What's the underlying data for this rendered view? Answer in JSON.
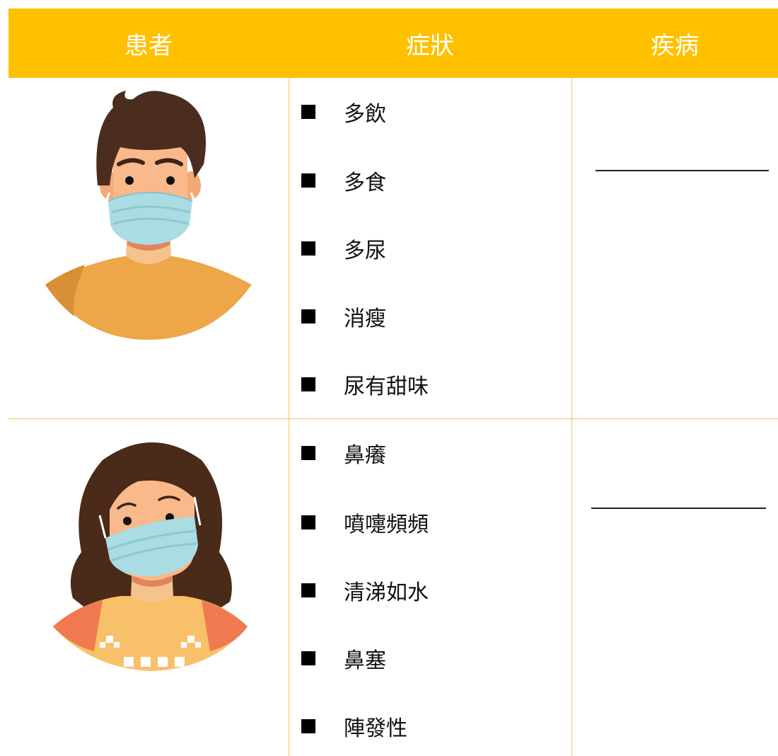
{
  "table": {
    "headers": {
      "patient": "患者",
      "symptoms": "症狀",
      "disease": "疾病"
    },
    "colors": {
      "header_background": "#ffc000",
      "header_text": "#ffffff",
      "grid_line": "#f0c75a"
    },
    "rows": [
      {
        "avatar": "man-with-face-mask-icon",
        "symptoms": [
          "多飲",
          "多食",
          "多尿",
          "消瘦",
          "尿有甜味"
        ],
        "disease_answer": ""
      },
      {
        "avatar": "woman-with-face-mask-icon",
        "symptoms": [
          "鼻癢",
          "噴嚏頻頻",
          "清涕如水",
          "鼻塞",
          "陣發性"
        ],
        "disease_answer": ""
      }
    ]
  }
}
